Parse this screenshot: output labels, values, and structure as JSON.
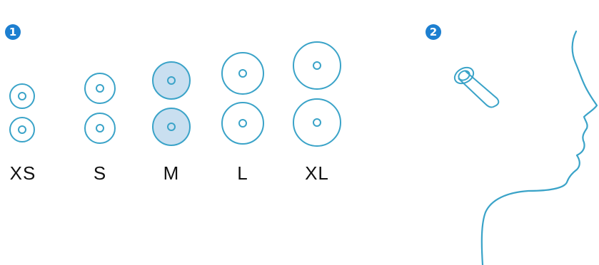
{
  "steps": {
    "step1": "1",
    "step2": "2"
  },
  "sizes": [
    {
      "label": "XS",
      "selected": false
    },
    {
      "label": "S",
      "selected": false
    },
    {
      "label": "M",
      "selected": true
    },
    {
      "label": "L",
      "selected": false
    },
    {
      "label": "XL",
      "selected": false
    }
  ],
  "colors": {
    "accent": "#1d7fd0",
    "outline": "#3aa3c8",
    "selected_fill": "#c9dff0"
  },
  "icons": {
    "step-badge": "numbered-circle",
    "ear-tip": "ear-tip-icon",
    "earbud": "earbud-icon",
    "head-profile": "head-profile-icon"
  }
}
